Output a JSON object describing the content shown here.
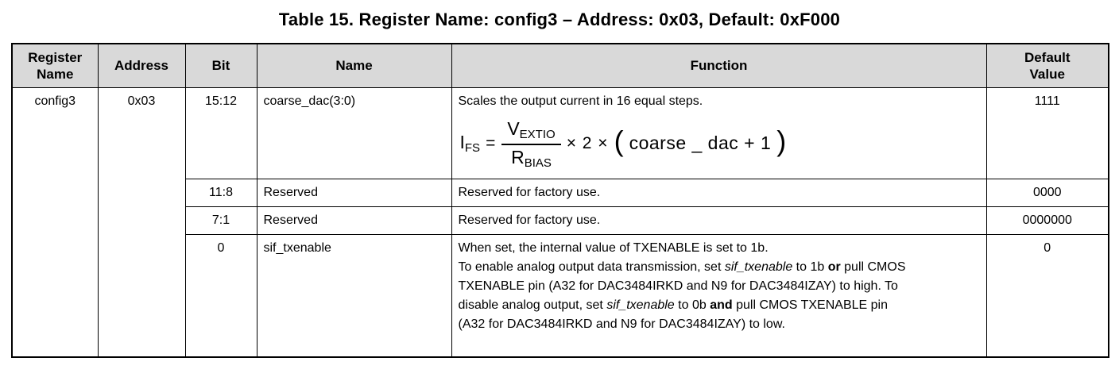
{
  "title": "Table 15. Register Name: config3 – Address: 0x03, Default: 0xF000",
  "colors": {
    "header_background": "#d9d9d9",
    "border": "#000000",
    "text": "#000000",
    "page_background": "#ffffff"
  },
  "table": {
    "headers": {
      "register_name": "Register Name",
      "address": "Address",
      "bit": "Bit",
      "name": "Name",
      "function": "Function",
      "default_value": "Default Value"
    },
    "register_name": "config3",
    "address": "0x03",
    "rows": [
      {
        "bit": "15:12",
        "name": "coarse_dac(3:0)",
        "function_text": "Scales the output current in 16 equal steps.",
        "formula": {
          "result_base": "I",
          "result_sub": "FS",
          "equals": "=",
          "numerator_base": "V",
          "numerator_sub": "EXTIO",
          "denominator_base": "R",
          "denominator_sub": "BIAS",
          "multiplier": "× 2 ×",
          "open_paren": "(",
          "argument": "coarse _ dac + 1",
          "close_paren": ")"
        },
        "default": "1111"
      },
      {
        "bit": "11:8",
        "name": "Reserved",
        "function_text": "Reserved for factory use.",
        "default": "0000"
      },
      {
        "bit": "7:1",
        "name": "Reserved",
        "function_text": "Reserved for factory use.",
        "default": "0000000"
      },
      {
        "bit": "0",
        "name": "sif_txenable",
        "function_line1": "When set, the internal value of TXENABLE is set to 1b.",
        "function_para2": [
          {
            "t": "To enable analog output data transmission, set "
          },
          {
            "t": "sif_txenable",
            "style": "it"
          },
          {
            "t": " to 1b "
          },
          {
            "t": "or",
            "style": "b"
          },
          {
            "t": " pull CMOS TXENABLE pin (A32 for DAC3484IRKD and N9 for DAC3484IZAY) to high. To disable analog output, set "
          },
          {
            "t": "sif_txenable",
            "style": "it"
          },
          {
            "t": " to 0b "
          },
          {
            "t": "and",
            "style": "b"
          },
          {
            "t": " pull CMOS TXENABLE pin (A32 for DAC3484IRKD and N9 for DAC3484IZAY) to low."
          }
        ],
        "default": "0"
      }
    ]
  }
}
